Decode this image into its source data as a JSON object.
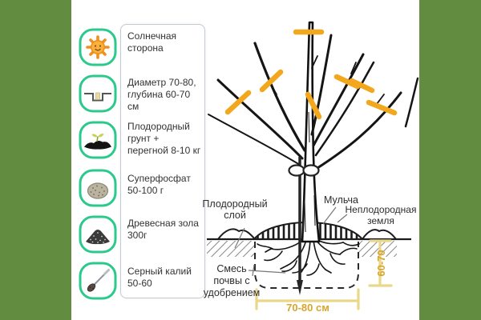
{
  "legend": {
    "items": [
      {
        "icon": "sun-icon",
        "label": "Солнечная сторона"
      },
      {
        "icon": "pit-icon",
        "label": "Диаметр 70-80, глубина 60-70 см"
      },
      {
        "icon": "soil-icon",
        "label": "Плодородный грунт + перегной 8-10 кг"
      },
      {
        "icon": "superphosphate-icon",
        "label": "Суперфосфат 50-100 г"
      },
      {
        "icon": "ash-icon",
        "label": "Древесная зола 300г"
      },
      {
        "icon": "potassium-icon",
        "label": "Серный калий 50-60"
      }
    ]
  },
  "diagram": {
    "labels": {
      "fertile_layer": "Плодородный слой",
      "mulch": "Мульча",
      "infertile_soil": "Неплодородная земля",
      "soil_mix": "Смесь почвы с удобрением",
      "pit_width": "70-80 см",
      "pit_depth": "60-70"
    }
  },
  "colors": {
    "frame_green": "#628c40",
    "icon_ring": "#2bc98c",
    "prune_mark": "#f2a71c",
    "dimension_line": "#e9d78a",
    "dimension_text": "#d8a62e",
    "sketch_ink": "#1b1b1b"
  }
}
